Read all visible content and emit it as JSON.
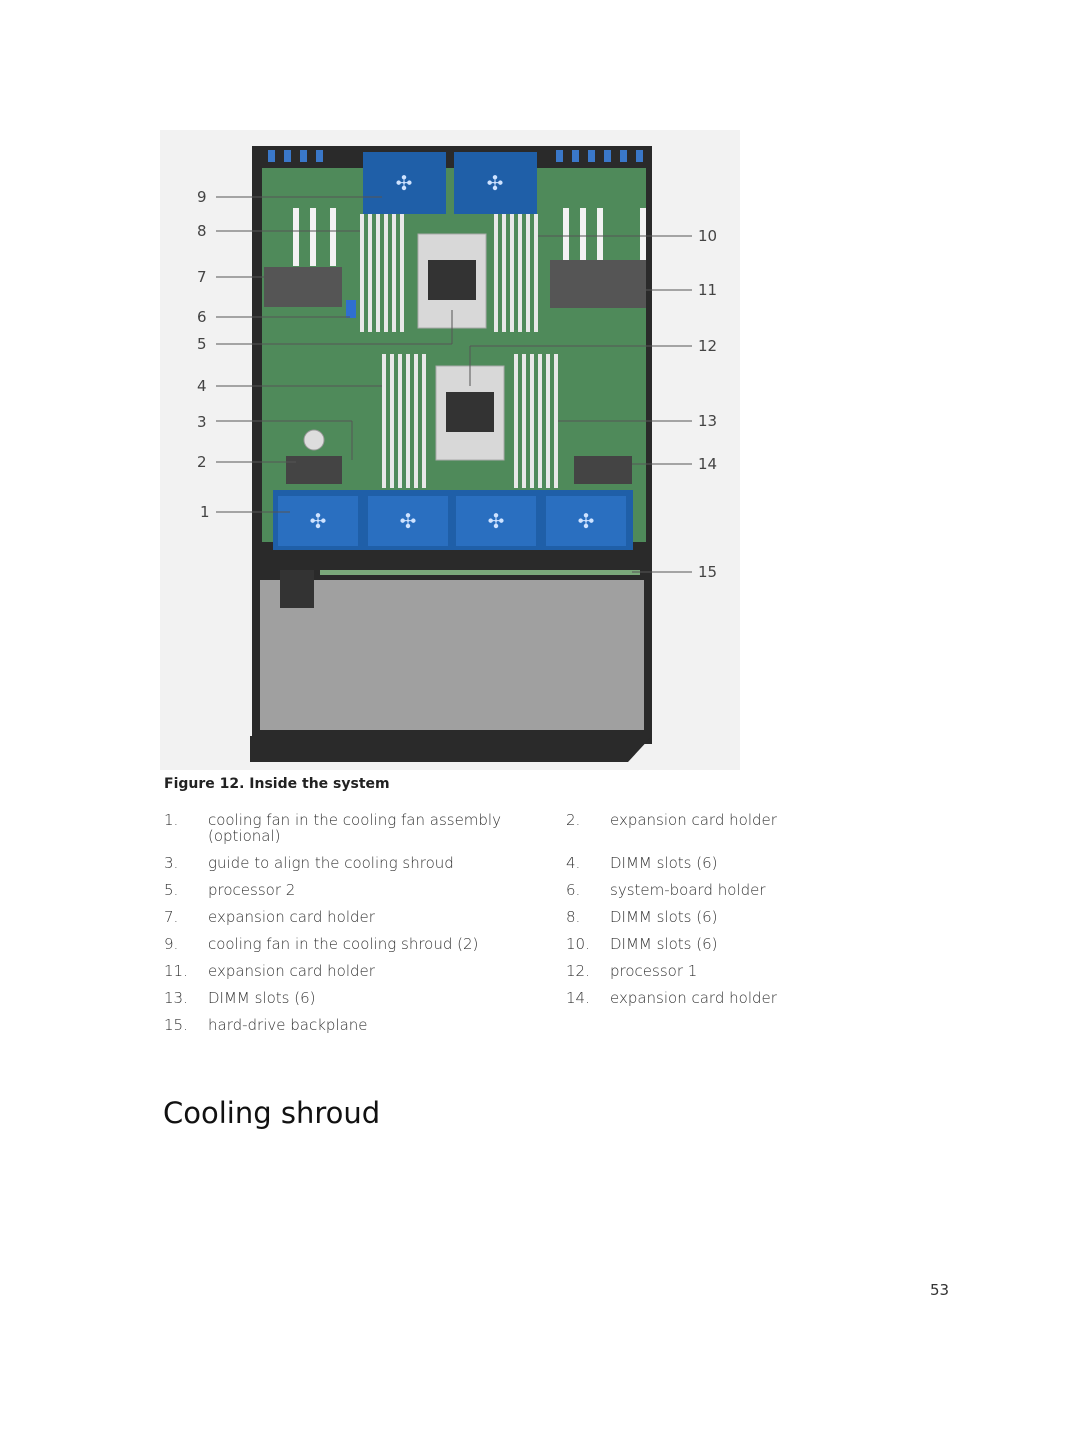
{
  "figure": {
    "caption": "Figure 12. Inside the system",
    "callouts": [
      "1",
      "2",
      "3",
      "4",
      "5",
      "6",
      "7",
      "8",
      "9",
      "10",
      "11",
      "12",
      "13",
      "14",
      "15"
    ],
    "colors": {
      "board": "#4f8a5a",
      "fan": "#1f5fa8",
      "chassis": "#2a2a2a",
      "drive_bay": "#a0a0a0",
      "dimm": "#e8e8e8"
    }
  },
  "legend": [
    {
      "num": "1.",
      "text": "cooling fan in the cooling fan assembly (optional)"
    },
    {
      "num": "2.",
      "text": "expansion card holder"
    },
    {
      "num": "3.",
      "text": "guide to align the cooling shroud"
    },
    {
      "num": "4.",
      "text": "DIMM slots (6)"
    },
    {
      "num": "5.",
      "text": "processor 2"
    },
    {
      "num": "6.",
      "text": "system-board holder"
    },
    {
      "num": "7.",
      "text": "expansion card holder"
    },
    {
      "num": "8.",
      "text": "DIMM slots (6)"
    },
    {
      "num": "9.",
      "text": "cooling fan in the cooling shroud (2)"
    },
    {
      "num": "10.",
      "text": "DIMM slots (6)"
    },
    {
      "num": "11.",
      "text": "expansion card holder"
    },
    {
      "num": "12.",
      "text": "processor 1"
    },
    {
      "num": "13.",
      "text": "DIMM slots (6)"
    },
    {
      "num": "14.",
      "text": "expansion card holder"
    },
    {
      "num": "15.",
      "text": "hard-drive backplane"
    }
  ],
  "section_title": "Cooling shroud",
  "page_number": "53"
}
